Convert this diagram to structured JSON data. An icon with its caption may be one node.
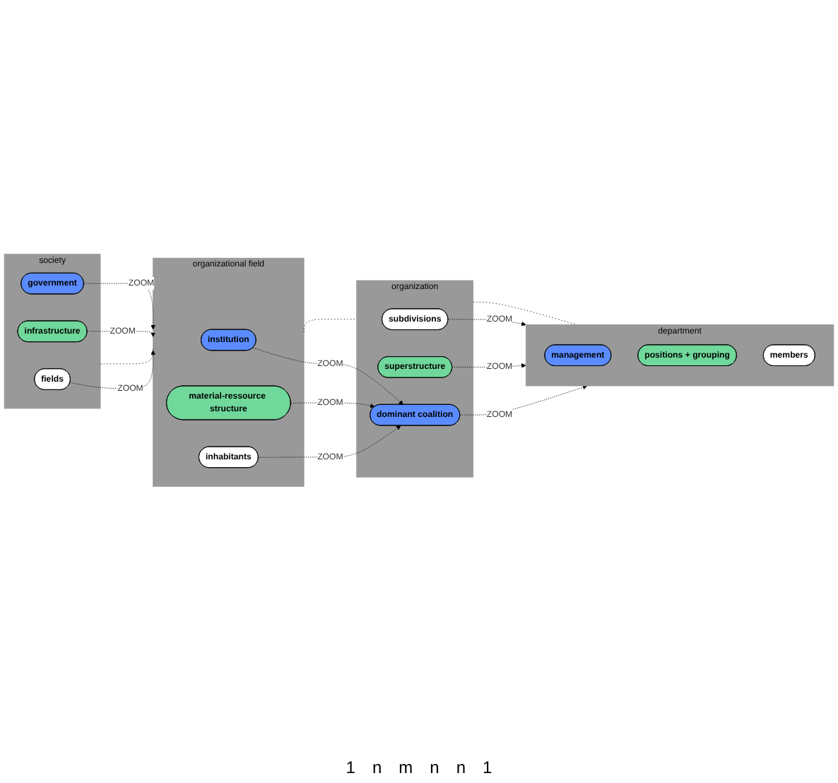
{
  "diagram": {
    "nodes": [
      {
        "text": [
          "society"
        ]
      },
      {
        "text": [
          "government"
        ],
        "in": 0
      },
      {
        "text": [
          "infrastructure"
        ],
        "in": 0
      },
      {
        "text": [
          "fields"
        ],
        "in": 0
      },
      {
        "text": [
          "organizational field"
        ]
      },
      {
        "text": [
          "institution"
        ],
        "in": 4
      },
      {
        "text": [
          "material-ressource structure"
        ],
        "in": 4
      },
      {
        "text": [
          "inhabitants"
        ],
        "in": 4
      },
      {
        "text": [
          "department"
        ]
      },
      {
        "text": [
          "management"
        ],
        "in": 8
      },
      {
        "text": [
          "positions + grouping"
        ],
        "in": 8
      },
      {
        "text": [
          "members"
        ],
        "in": 8
      },
      {
        "text": [
          "organization"
        ]
      },
      {
        "text": [
          "dominant coalition"
        ],
        "in": 12
      },
      {
        "text": [
          "superstructure"
        ],
        "in": 12
      },
      {
        "text": [
          "subdivisions"
        ],
        "in": 12
      }
    ],
    "edges": [
      {
        "from": 1,
        "to": 4,
        "arrow": "to",
        "label": "ZOOM",
        "style": "dashed"
      },
      {
        "from": 2,
        "to": 4,
        "arrow": "to",
        "label": "ZOOM",
        "style": "dashed"
      },
      {
        "from": 3,
        "to": 4,
        "arrow": "to",
        "label": "ZOOM",
        "style": "dashed"
      },
      {
        "from": 5,
        "to": 13,
        "arrow": "to",
        "label": "ZOOM",
        "style": "dashed"
      },
      {
        "from": 6,
        "to": 13,
        "arrow": "to",
        "label": "ZOOM",
        "style": "dashed"
      },
      {
        "from": 7,
        "to": 13,
        "arrow": "to",
        "label": "ZOOM",
        "style": "dashed"
      },
      {
        "from": 13,
        "to": 8,
        "arrow": "to",
        "label": "ZOOM",
        "style": "dashed"
      },
      {
        "from": 14,
        "to": 8,
        "arrow": "to",
        "label": "ZOOM",
        "style": "dashed"
      },
      {
        "from": 15,
        "to": 8,
        "arrow": "to",
        "label": "ZOOM",
        "style": "dashed"
      },
      {
        "from": 0,
        "to": 4,
        "arrow": "none",
        "style": "dashed"
      },
      {
        "from": 4,
        "to": 12,
        "arrow": "none",
        "style": "dashed"
      },
      {
        "from": 12,
        "to": 8,
        "arrow": "none",
        "style": "dashed"
      }
    ],
    "labels": [
      "1",
      "n",
      "m",
      "n",
      "n",
      "1"
    ]
  }
}
